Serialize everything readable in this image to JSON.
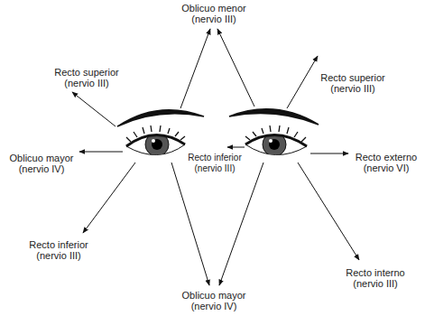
{
  "diagram": {
    "labels": [
      "Oblicuo menor (nervio III)",
      "Recto superior (nervio III)",
      "Recto superior (nervio III)",
      "Oblicuo mayor (nervio IV)",
      "Recto inferior (nervio III)",
      "Recto externo (nervio VI)",
      "Recto inferior (nervio III)",
      "Recto interno (nervio III)",
      "Oblicuo mayor (nervio IV)"
    ]
  }
}
